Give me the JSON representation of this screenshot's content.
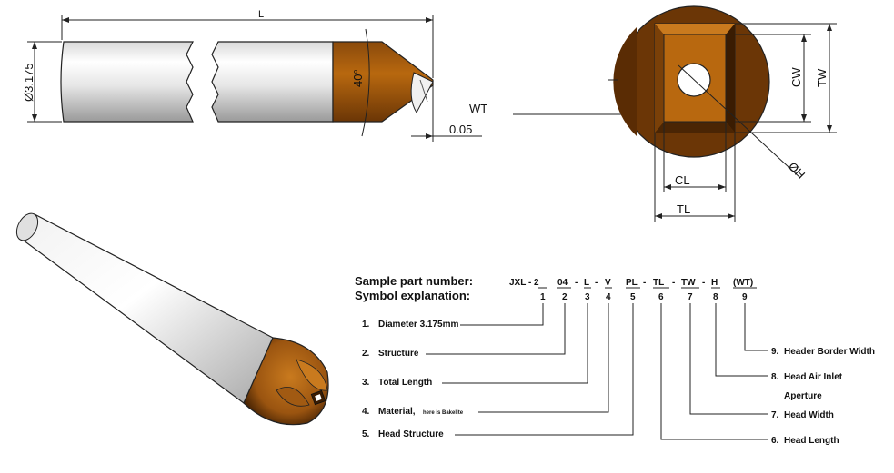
{
  "top_drawing": {
    "length_label": "L",
    "diameter_label": "Ø3.175",
    "angle_label": "40°",
    "wt_label": "WT",
    "offset_label": "0.05"
  },
  "end_view": {
    "cw_label": "CW",
    "tw_label": "TW",
    "cl_label": "CL",
    "tl_label": "TL",
    "h_label": "ØH"
  },
  "part_number": {
    "sample_label": "Sample part number:",
    "symbol_label": "Symbol explanation:",
    "codes": [
      "JXL - 2",
      "04",
      "L",
      "V",
      "PL",
      "TL",
      "TW",
      "H",
      "(WT)"
    ],
    "numbers": [
      "1",
      "2",
      "3",
      "4",
      "5",
      "6",
      "7",
      "8",
      "9"
    ]
  },
  "explanations": [
    {
      "num": "1.",
      "text": "Diameter 3.175mm"
    },
    {
      "num": "2.",
      "text": "Structure"
    },
    {
      "num": "3.",
      "text": "Total Length"
    },
    {
      "num": "4.",
      "text": "Material,",
      "note": "here is Bakelite"
    },
    {
      "num": "5.",
      "text": "Head Structure"
    },
    {
      "num": "6.",
      "text": "Head Length"
    },
    {
      "num": "7.",
      "text": "Head Width"
    },
    {
      "num": "8.",
      "text": "Head Air Inlet",
      "text2": "Aperture"
    },
    {
      "num": "9.",
      "text": "Header Border Width"
    }
  ],
  "colors": {
    "bakelite": "#b8680f",
    "bakelite_dark": "#6b3606",
    "steel": "#e8e8e8"
  }
}
